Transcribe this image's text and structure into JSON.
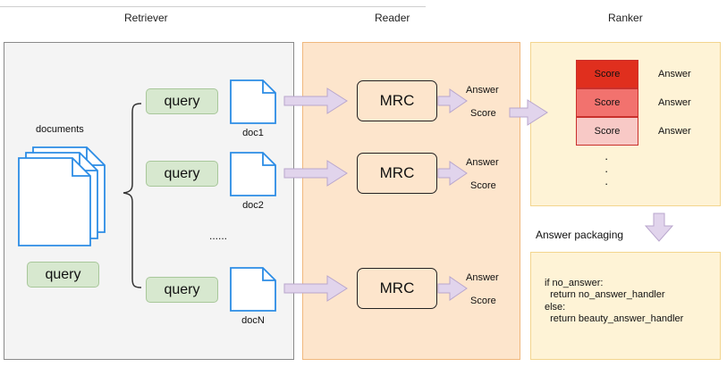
{
  "headers": {
    "retriever": "Retriever",
    "reader": "Reader",
    "ranker": "Ranker"
  },
  "retriever": {
    "documents_label": "documents",
    "query_label": "query",
    "ellipsis": "......",
    "rows": [
      {
        "query": "query",
        "doc": "doc1"
      },
      {
        "query": "query",
        "doc": "doc2"
      },
      {
        "query": "query",
        "doc": "docN"
      }
    ]
  },
  "reader": {
    "rows": [
      {
        "mrc": "MRC",
        "answer": "Answer",
        "score": "Score"
      },
      {
        "mrc": "MRC",
        "answer": "Answer",
        "score": "Score"
      },
      {
        "mrc": "MRC",
        "answer": "Answer",
        "score": "Score"
      }
    ]
  },
  "ranker": {
    "rows": [
      {
        "score": "Score",
        "answer": "Answer",
        "color": "#e02f1e"
      },
      {
        "score": "Score",
        "answer": "Answer",
        "color": "#f2726e"
      },
      {
        "score": "Score",
        "answer": "Answer",
        "color": "#f8c9c6"
      }
    ],
    "vertical_dots": "·"
  },
  "packaging": {
    "label": "Answer packaging",
    "code": [
      "if no_answer:",
      "  return no_answer_handler",
      "else:",
      "  return beauty_answer_handler"
    ]
  },
  "colors": {
    "doc_stroke": "#2b8ce5",
    "arrow_fill": "#e1d4ec",
    "arrow_stroke": "#b9a6cd"
  }
}
